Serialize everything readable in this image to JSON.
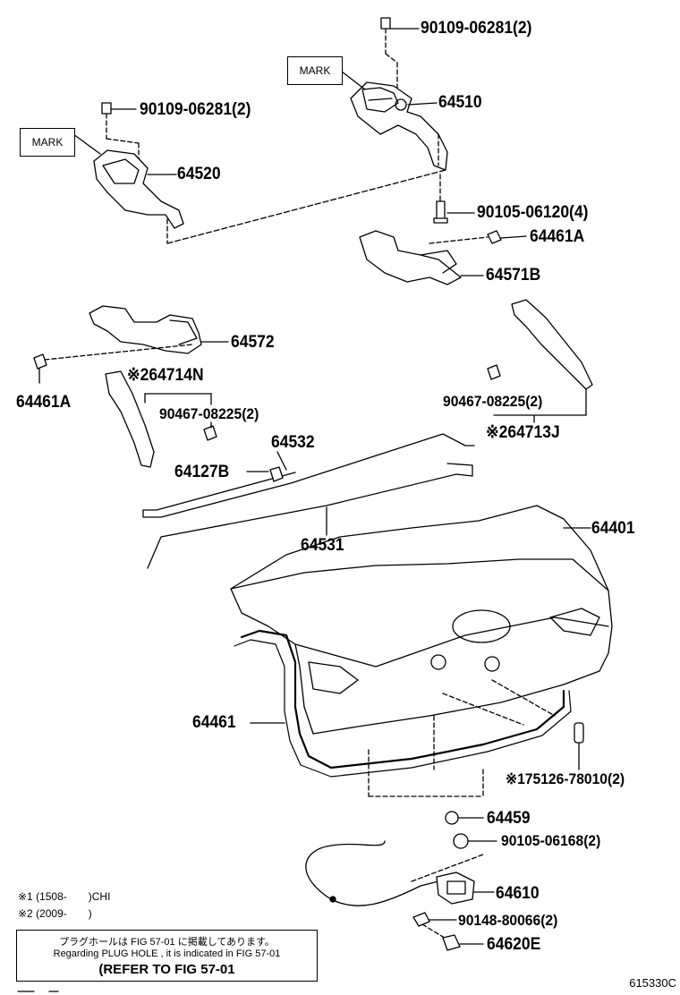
{
  "labels": {
    "p90109_top": "90109-06281(2)",
    "p64510": "64510",
    "p90109_left": "90109-06281(2)",
    "p64520": "64520",
    "p90105_06120": "90105-06120(4)",
    "p64461A_right": "64461A",
    "p64571B": "64571B",
    "p64572": "64572",
    "p64461A_left": "64461A",
    "p64714N": "※264714N",
    "p90467_left": "90467-08225(2)",
    "p90467_right": "90467-08225(2)",
    "p64713J": "※264713J",
    "p64532": "64532",
    "p64127B": "64127B",
    "p64531": "64531",
    "p64401": "64401",
    "p64461": "64461",
    "p75126": "※175126-78010(2)",
    "p64459": "64459",
    "p90105_06168": "90105-06168(2)",
    "p64610": "64610",
    "p90148": "90148-80066(2)",
    "p64620E": "64620E"
  },
  "marks": {
    "mark_top": "MARK",
    "mark_left": "MARK"
  },
  "notes": {
    "note1": "※1 (1508-　　)CHI",
    "note2": "※2 (2009-　　)"
  },
  "reference": {
    "line_jp": "プラグホールは FIG 57-01 に掲載してあります。",
    "line_en": "Regarding PLUG HOLE , it is indicated in FIG 57-01",
    "line_ref": "(REFER TO FIG 57-01"
  },
  "figure_code": "615330C"
}
